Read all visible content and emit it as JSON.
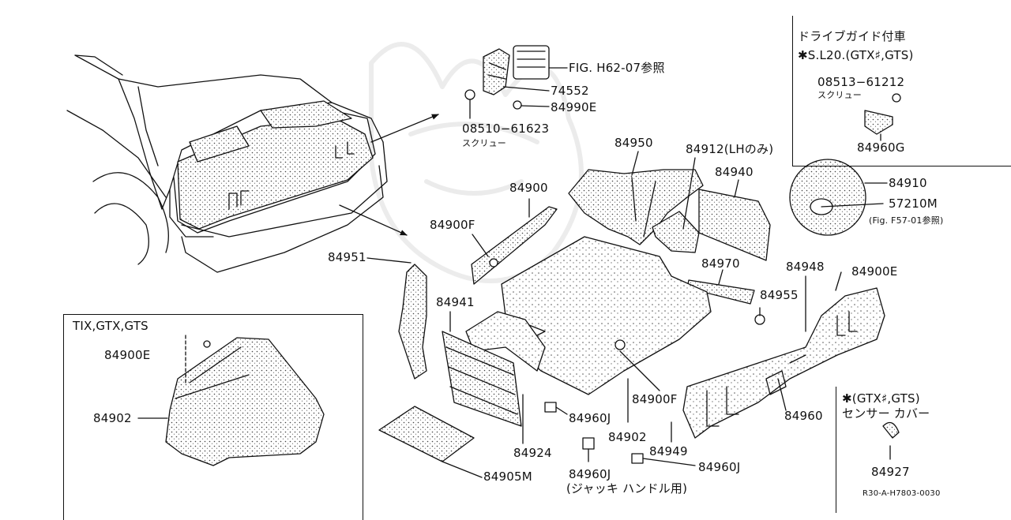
{
  "diagram": {
    "code": "R30-A-H7803-0030",
    "labels": {
      "fig_h62": "FIG. H62-07参照",
      "p74552": "74552",
      "p84990E": "84990E",
      "p08510": "08510−61623",
      "screw1": "スクリュー",
      "p84950": "84950",
      "p84912": "84912(LHのみ)",
      "p84940": "84940",
      "p84900": "84900",
      "p84900F_a": "84900F",
      "p84951": "84951",
      "p84941": "84941",
      "p84970": "84970",
      "p84955": "84955",
      "p84948": "84948",
      "p84900E_b": "84900E",
      "p84910": "84910",
      "p57210M": "57210M",
      "fig_f57": "(Fig. F57-01参照)",
      "p84900F_b": "84900F",
      "p84960J_a": "84960J",
      "p84902_center": "84902",
      "p84924": "84924",
      "p84949": "84949",
      "p84960": "84960",
      "p84960J_b": "84960J",
      "p84960J_c": "84960J",
      "jack_note": "(ジャッキ ハンドル用)",
      "p84905M": "84905M"
    },
    "box_left": {
      "title": "TIX,GTX,GTS",
      "p84900E": "84900E",
      "p84902": "84902"
    },
    "box_top_right": {
      "line1": "ドライブガイド付車",
      "line2": "✱S.L20.(GTX♯,GTS)",
      "p08513": "08513−61212",
      "screw2": "スクリュー",
      "p84960G": "84960G"
    },
    "box_bottom_right": {
      "line1": "✱(GTX♯,GTS)",
      "line2": "センサー カバー",
      "p84927": "84927"
    }
  }
}
